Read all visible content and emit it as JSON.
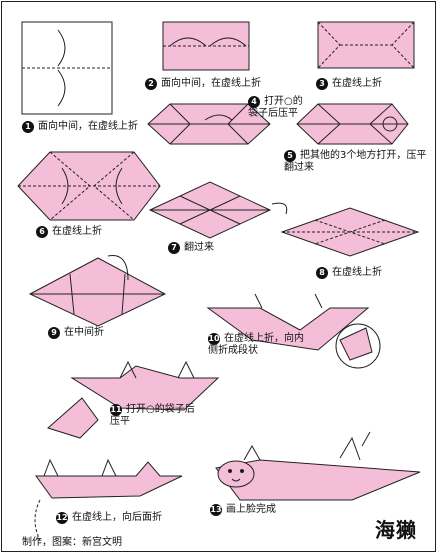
{
  "title": "海獭",
  "credit": "制作，图案：新宫文明",
  "steps": [
    {
      "n": "1",
      "text": "面向中间，在虚线上折"
    },
    {
      "n": "2",
      "text": "面向中间，在虚线上折"
    },
    {
      "n": "3",
      "text": "在虚线上折"
    },
    {
      "n": "4",
      "text": "打开○的袋子后压平"
    },
    {
      "n": "5",
      "text": "把其他的3个地方打开，压平翻过来"
    },
    {
      "n": "6",
      "text": "在虚线上折"
    },
    {
      "n": "7",
      "text": "翻过来"
    },
    {
      "n": "8",
      "text": "在虚线上折"
    },
    {
      "n": "9",
      "text": "在中间折"
    },
    {
      "n": "10",
      "text": "在虚线上折，向内侧折成段状"
    },
    {
      "n": "11",
      "text": "打开○的袋子后压平"
    },
    {
      "n": "12",
      "text": "在虚线上，向后面折"
    },
    {
      "n": "13",
      "text": "画上脸完成"
    }
  ],
  "colors": {
    "paper": "#f4bdd8",
    "line": "#222222"
  }
}
